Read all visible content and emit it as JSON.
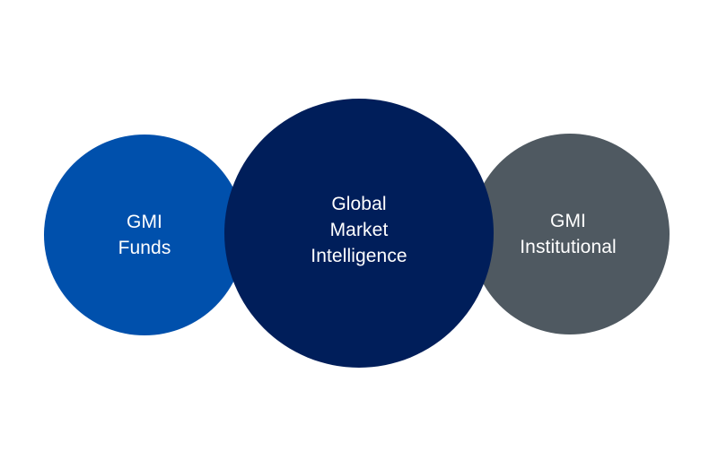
{
  "diagram": {
    "left": {
      "lines": [
        "GMI",
        "Funds"
      ],
      "color": "#0050AC"
    },
    "center": {
      "lines": [
        "Global",
        "Market",
        "Intelligence"
      ],
      "color": "#001E5A"
    },
    "right": {
      "lines": [
        "GMI",
        "Institutional"
      ],
      "color": "#4F5961"
    }
  }
}
